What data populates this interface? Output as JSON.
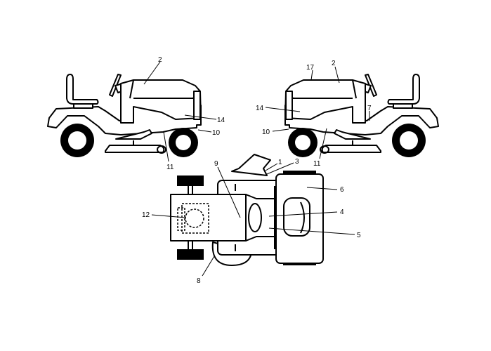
{
  "side_view_left": {
    "callouts": {
      "hood": "2",
      "grille": "14",
      "bumper": "10",
      "frame": "11"
    }
  },
  "side_view_right": {
    "callouts": {
      "hood_top": "17",
      "hood": "2",
      "grille": "14",
      "bumper": "10",
      "dash": "7",
      "frame": "11"
    }
  },
  "top_view": {
    "callouts": {
      "chute_a": "1",
      "chute_b": "3",
      "hood": "9",
      "fender": "6",
      "seat_a": "4",
      "seat_b": "5",
      "engine": "12",
      "deck": "8"
    }
  },
  "colors": {
    "line": "#000000",
    "background": "#ffffff"
  }
}
